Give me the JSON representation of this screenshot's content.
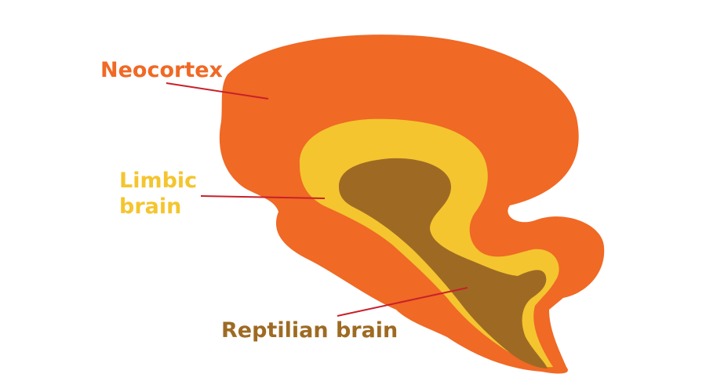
{
  "labels": {
    "neocortex": "Neocortex",
    "limbic_line1": "Limbic",
    "limbic_line2": "brain",
    "reptilian": "Reptilian brain"
  },
  "colors": {
    "neocortex": "#f06925",
    "limbic": "#f4c52f",
    "reptilian": "#9e6a23",
    "leader_line": "#c8202a",
    "background": "#ffffff"
  }
}
